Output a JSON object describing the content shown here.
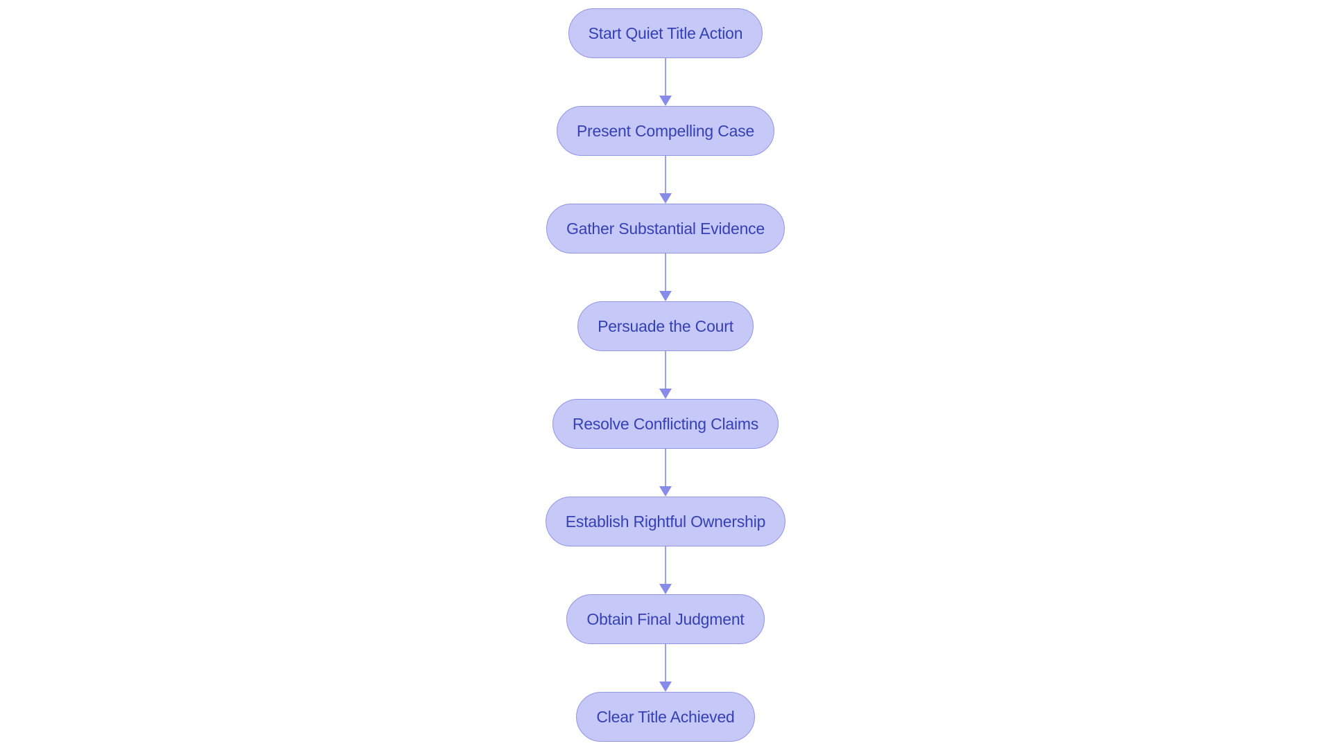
{
  "flowchart": {
    "type": "vertical-flowchart",
    "colors": {
      "canvas_bg": "#ffffff",
      "node_fill": "#c6c9f8",
      "node_border": "#9095e4",
      "node_text": "#3540b5",
      "line_color": "#9ba0ee",
      "head_color": "#868ce8"
    },
    "nodes": [
      {
        "label": "Start Quiet Title Action"
      },
      {
        "label": "Present Compelling Case"
      },
      {
        "label": "Gather Substantial Evidence"
      },
      {
        "label": "Persuade the Court"
      },
      {
        "label": "Resolve Conflicting Claims"
      },
      {
        "label": "Establish Rightful Ownership"
      },
      {
        "label": "Obtain Final Judgment"
      },
      {
        "label": "Clear Title Achieved"
      }
    ]
  }
}
